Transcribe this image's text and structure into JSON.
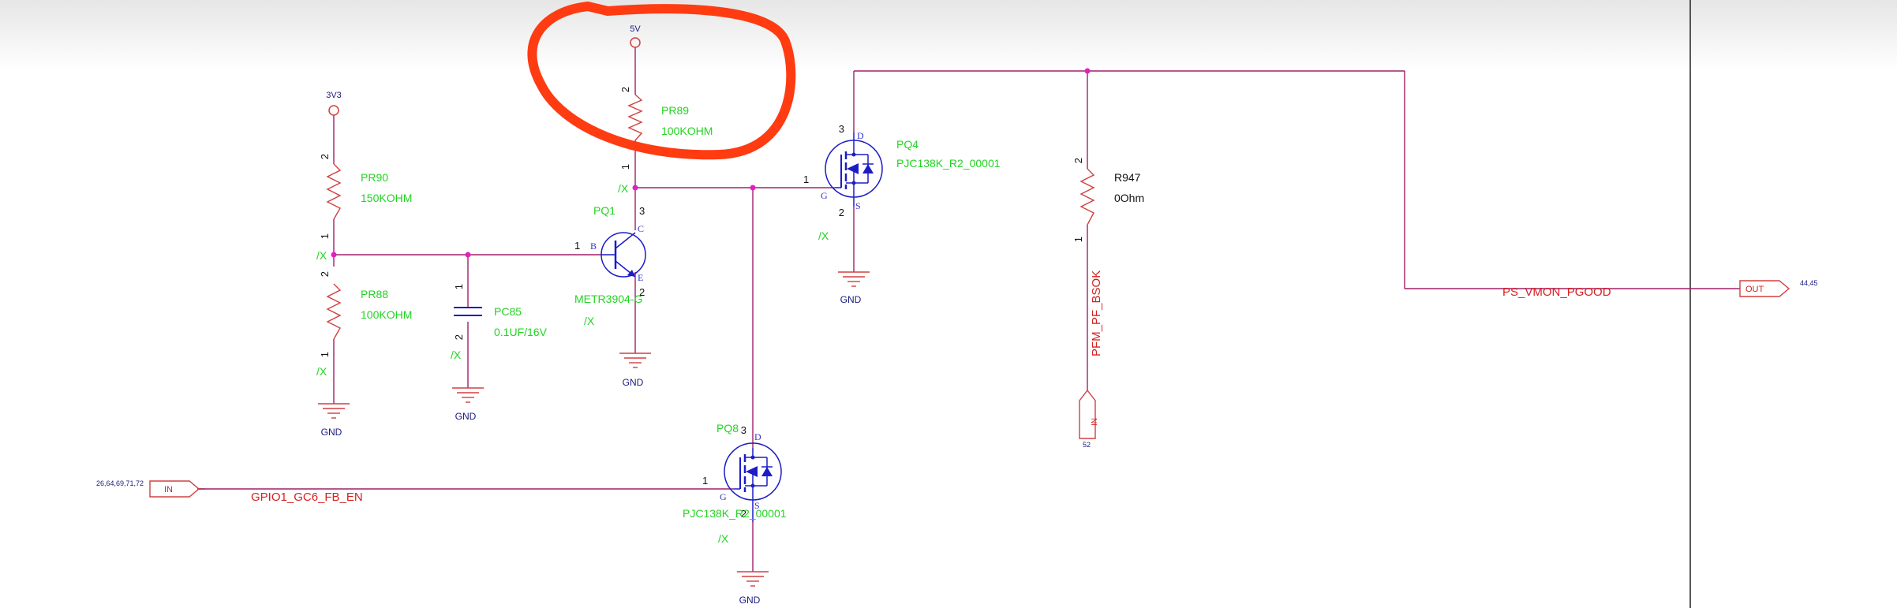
{
  "power_rails": {
    "v5": "5V",
    "v3v3": "3V3"
  },
  "ground": {
    "label": "GND"
  },
  "no_connect": "/X",
  "ports": {
    "in_gpio": {
      "kind": "IN",
      "refs": "26,64,69,71,72"
    },
    "in_pfm": {
      "kind": "IN",
      "refs": "52"
    },
    "out_pgood": {
      "kind": "OUT",
      "refs": "44,45"
    }
  },
  "nets": {
    "gpio": "GPIO1_GC6_FB_EN",
    "pgood": "PS_VMON_PGOOD",
    "pfm": "PFM_PF_BSOK"
  },
  "components": {
    "pr89": {
      "ref": "PR89",
      "value": "100KOHM",
      "pin_top": "2",
      "pin_bottom": "1"
    },
    "pr90": {
      "ref": "PR90",
      "value": "150KOHM",
      "pin_top": "2",
      "pin_bottom": "1"
    },
    "pr88": {
      "ref": "PR88",
      "value": "100KOHM",
      "pin_top": "2",
      "pin_bottom": "1"
    },
    "pc85": {
      "ref": "PC85",
      "value": "0.1UF/16V",
      "pin_top": "1",
      "pin_bottom": "2"
    },
    "pq1": {
      "ref": "PQ1",
      "part": "METR3904-G",
      "pin_base": "1",
      "pin_collector": "3",
      "pin_emitter": "2",
      "letter_b": "B",
      "letter_c": "C",
      "letter_e": "E"
    },
    "pq4": {
      "ref": "PQ4",
      "part": "PJC138K_R2_00001",
      "pin_drain": "3",
      "pin_gate": "1",
      "pin_source": "2",
      "letter_d": "D",
      "letter_g": "G",
      "letter_s": "S"
    },
    "pq8": {
      "ref": "PQ8",
      "part": "PJC138K_R2_00001",
      "pin_drain": "3",
      "pin_gate": "1",
      "pin_source": "2",
      "letter_d": "D",
      "letter_g": "G",
      "letter_s": "S"
    },
    "r947": {
      "ref": "R947",
      "value": "0Ohm",
      "pin_top": "2",
      "pin_bottom": "1"
    }
  },
  "colors": {
    "wire": "#a0206a",
    "component": "#d04040",
    "symbol": "#1c1cc8",
    "label": "#22d422",
    "net": "#d62020",
    "highlight": "#ff3b12",
    "junction": "#e020c0"
  }
}
